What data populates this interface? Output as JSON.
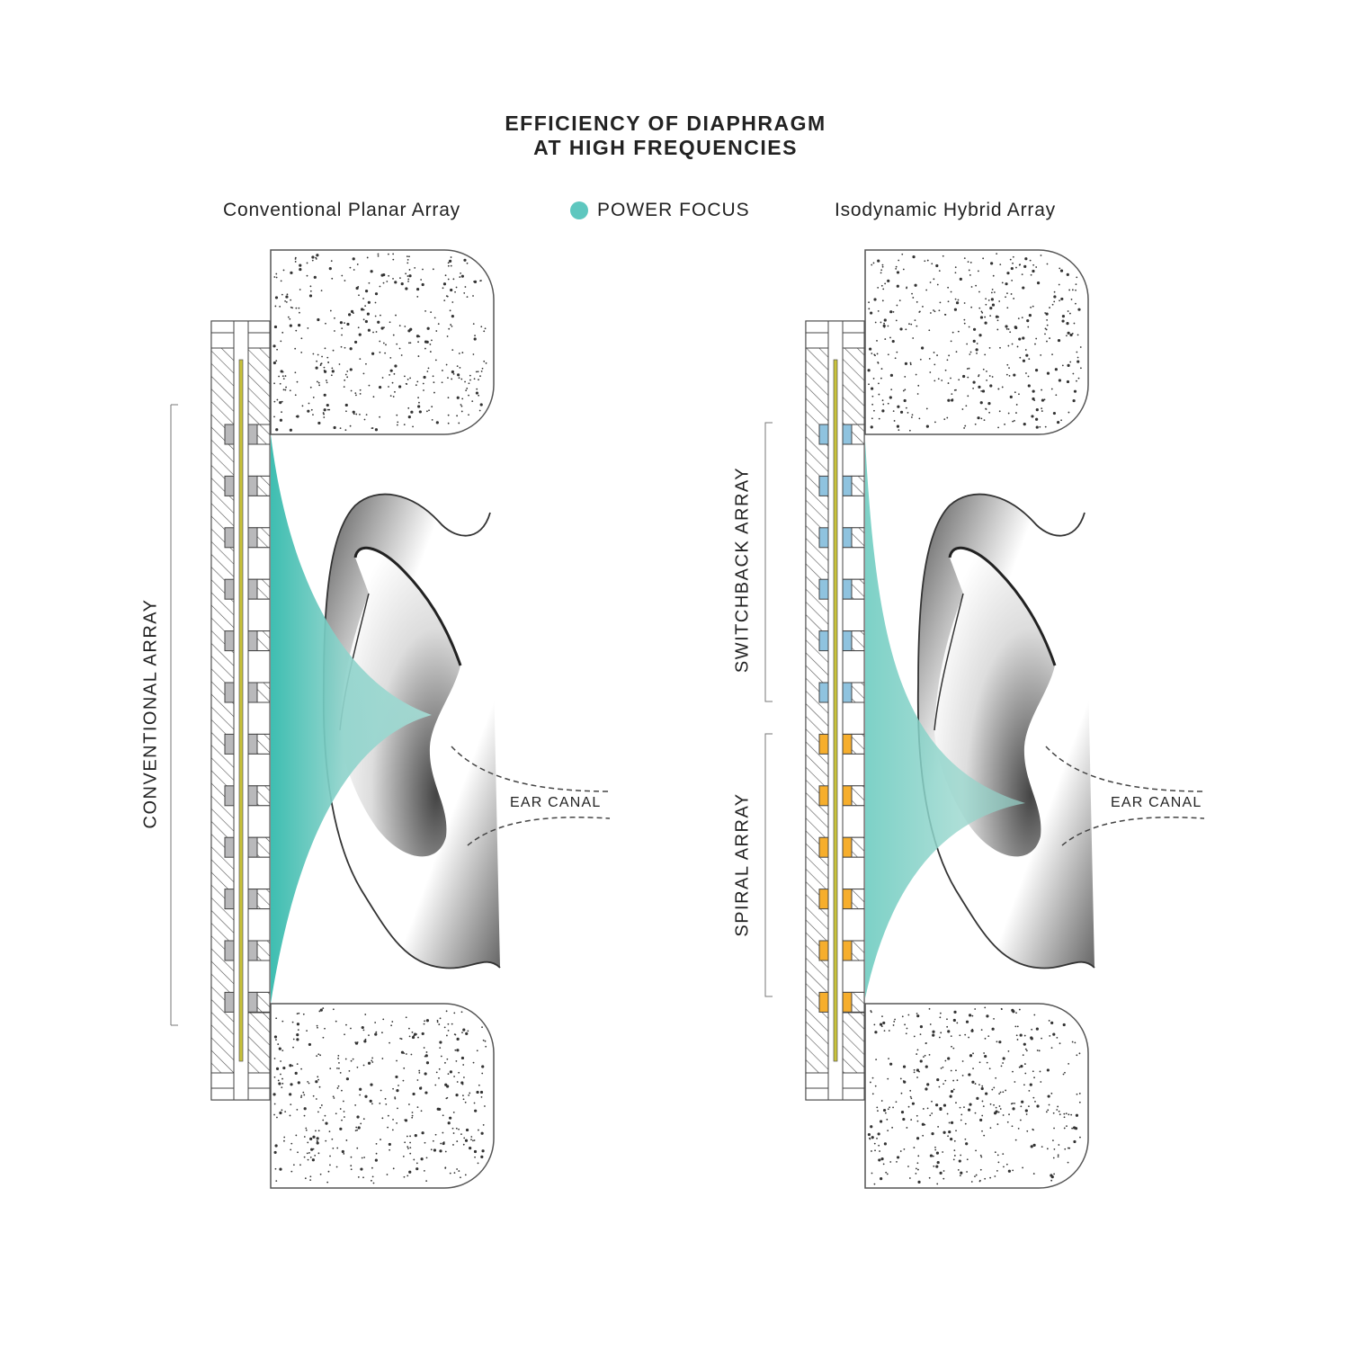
{
  "title": {
    "line1": "EFFICIENCY OF DIAPHRAGM",
    "line2": "AT HIGH FREQUENCIES"
  },
  "left": {
    "heading": "Conventional Planar Array",
    "bracket_label": "CONVENTIONAL ARRAY",
    "ear_canal_label": "EAR CANAL"
  },
  "legend": {
    "label": "POWER FOCUS",
    "color": "#5ec7bf"
  },
  "right": {
    "heading": "Isodynamic Hybrid Array",
    "upper_bracket_label": "SWITCHBACK ARRAY",
    "lower_bracket_label": "SPIRAL ARRAY",
    "ear_canal_label": "EAR CANAL"
  },
  "colors": {
    "conventional_magnet": "#b9b9bb",
    "switchback_magnet": "#8fc3df",
    "spiral_magnet": "#f6ae2d",
    "diaphragm": "#c9c23a",
    "beam": "#2db8aa"
  }
}
